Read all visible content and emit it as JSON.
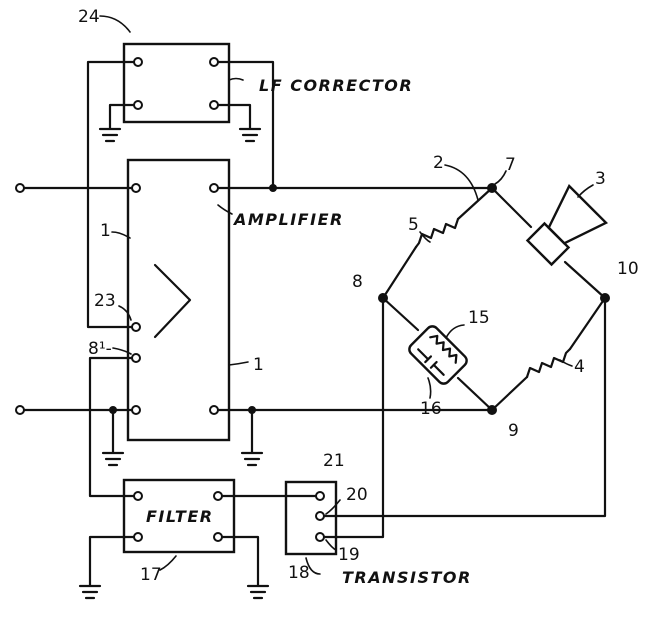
{
  "labels": {
    "lf_corrector": "LF CORRECTOR",
    "amplifier": "AMPLIFIER",
    "filter": "FILTER",
    "transistor": "TRANSISTOR"
  },
  "refs": {
    "r24": "24",
    "r1_top": "1",
    "r1_side": "1",
    "r23": "23",
    "r8prime": "8¹-",
    "r2": "2",
    "r7": "7",
    "r3": "3",
    "r5": "5",
    "r8": "8",
    "r10": "10",
    "r15": "15",
    "r4": "4",
    "r16": "16",
    "r9": "9",
    "r21": "21",
    "r20": "20",
    "r19": "19",
    "r18": "18",
    "r17": "17"
  }
}
